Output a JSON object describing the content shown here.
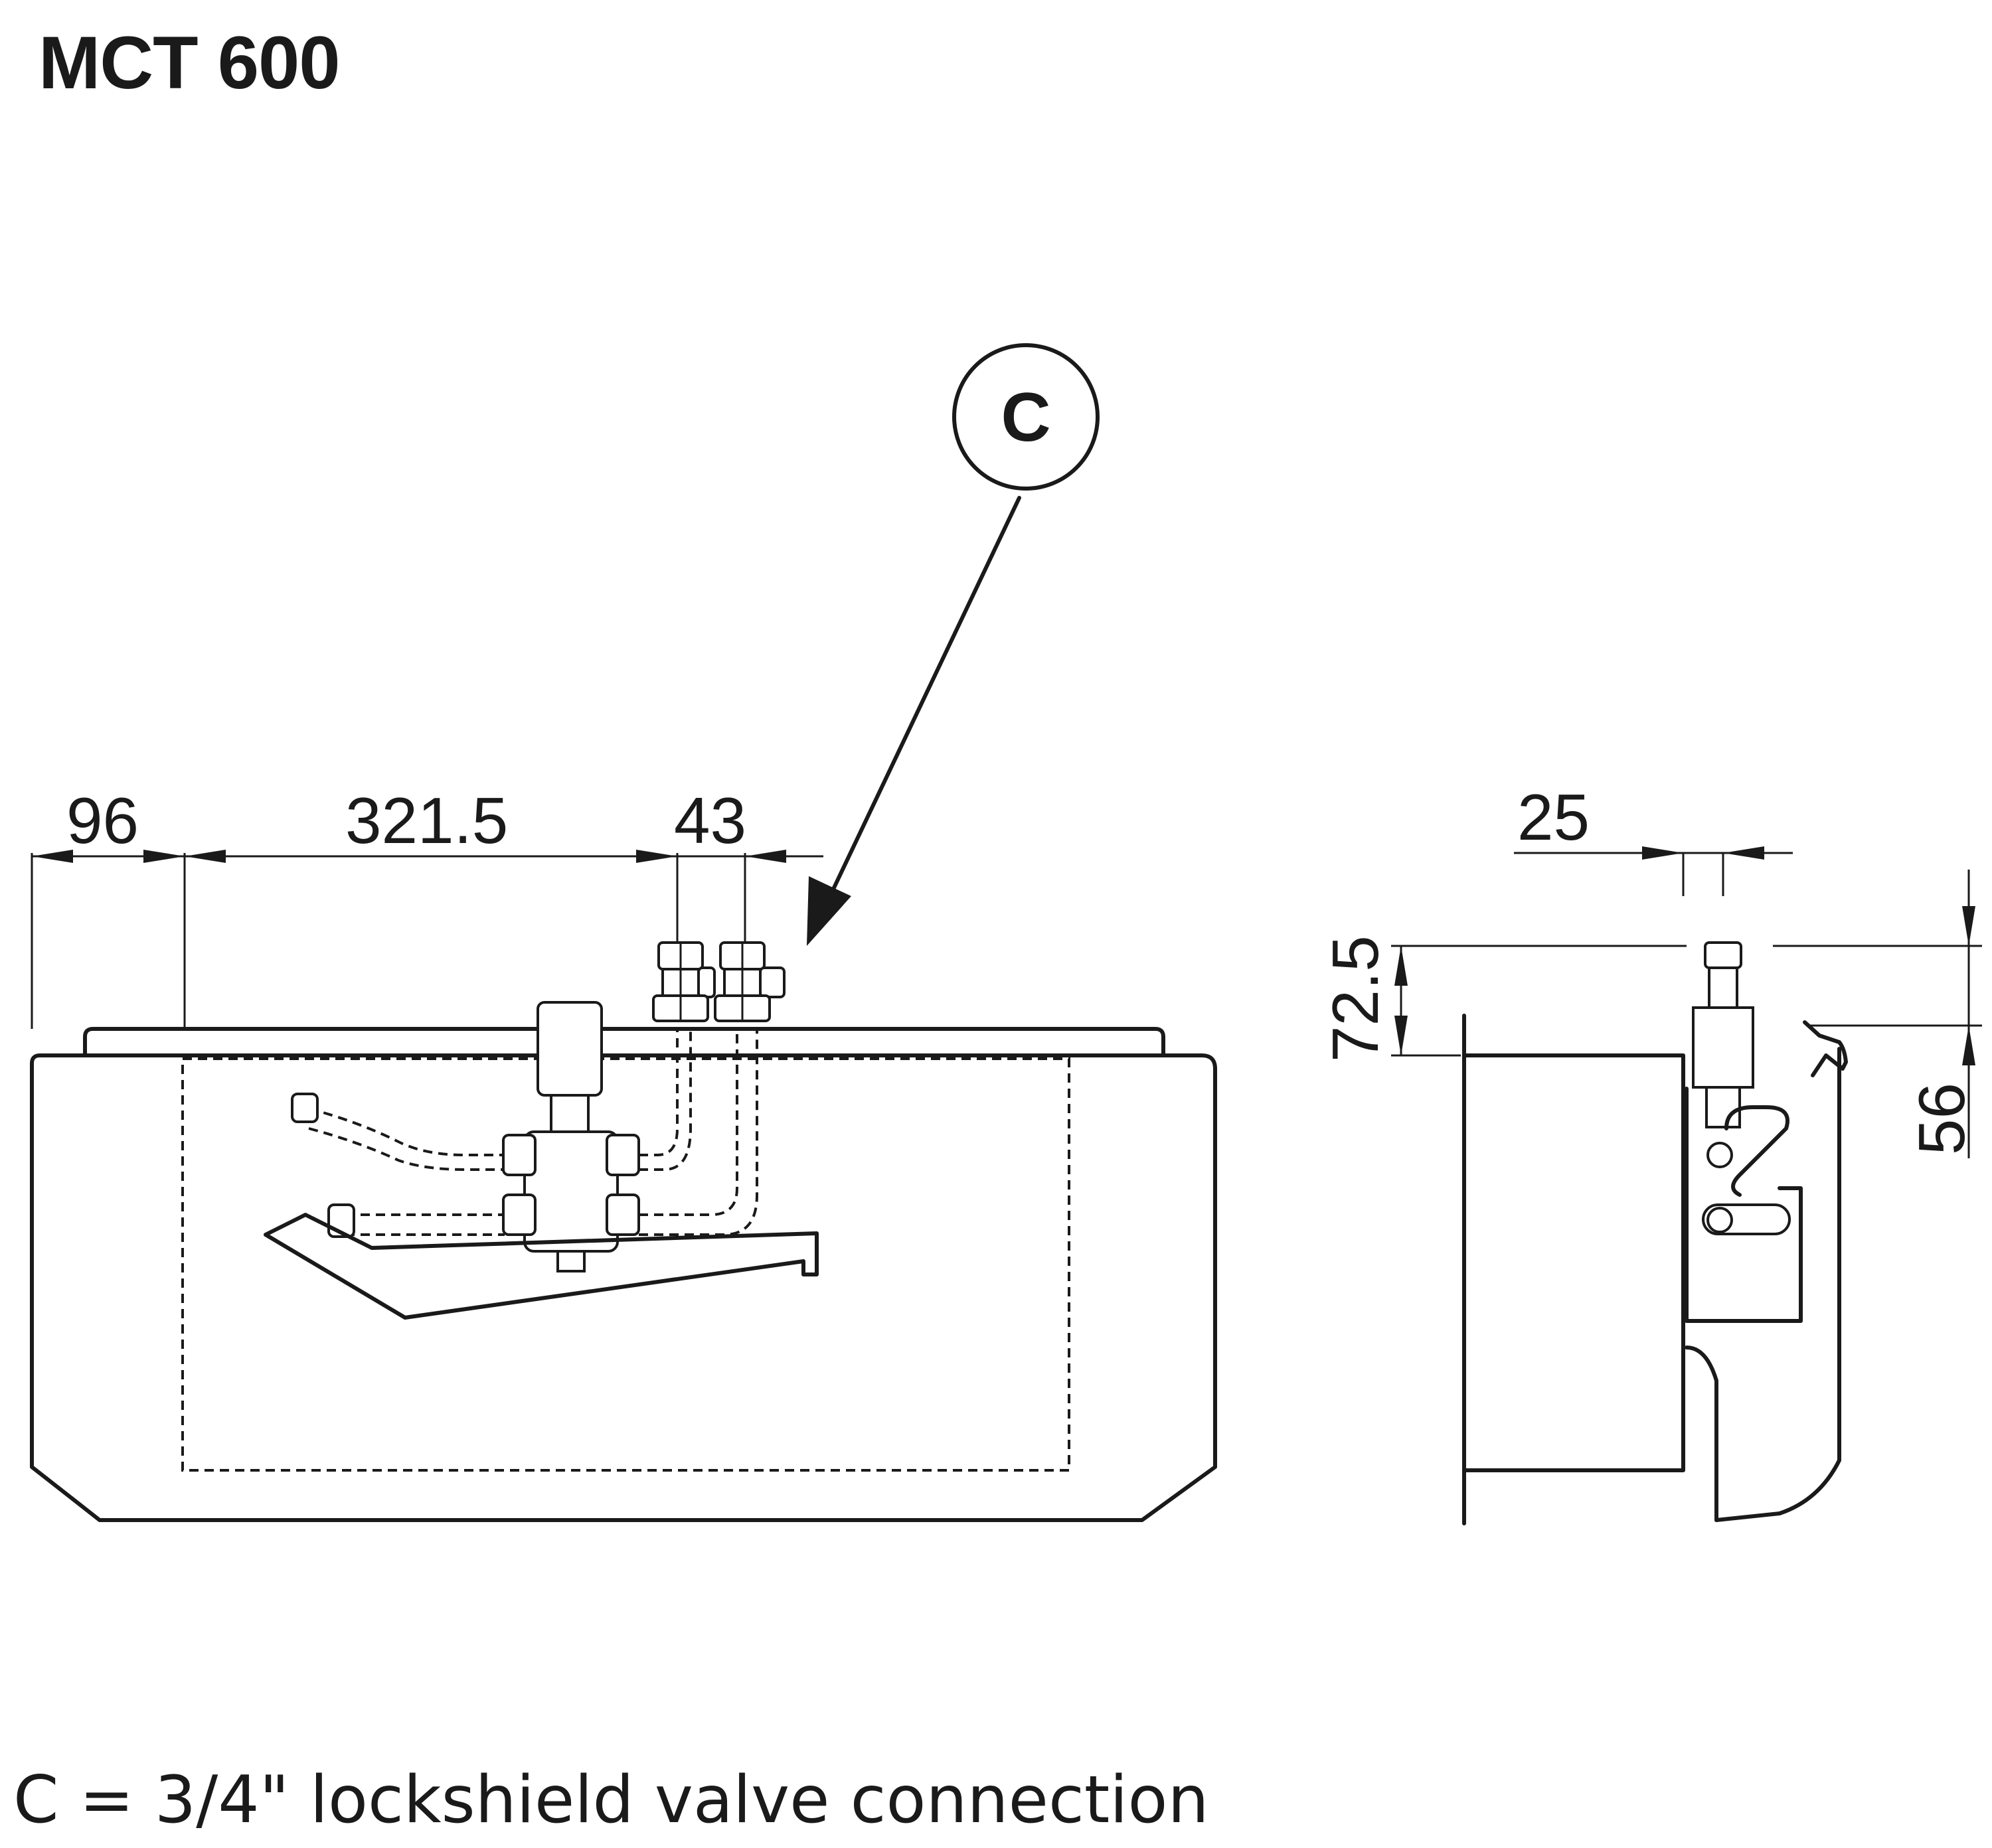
{
  "title": "MCT 600",
  "footnote": "C = 3/4\" lockshield valve connection",
  "callout": {
    "label": "C"
  },
  "front_view": {
    "dimensions": {
      "left_offset": "96",
      "center_span": "321.5",
      "valve_spacing": "43"
    }
  },
  "side_view": {
    "dimensions": {
      "depth_offset": "25",
      "valve_height": "72.5",
      "height_offset": "56"
    }
  }
}
